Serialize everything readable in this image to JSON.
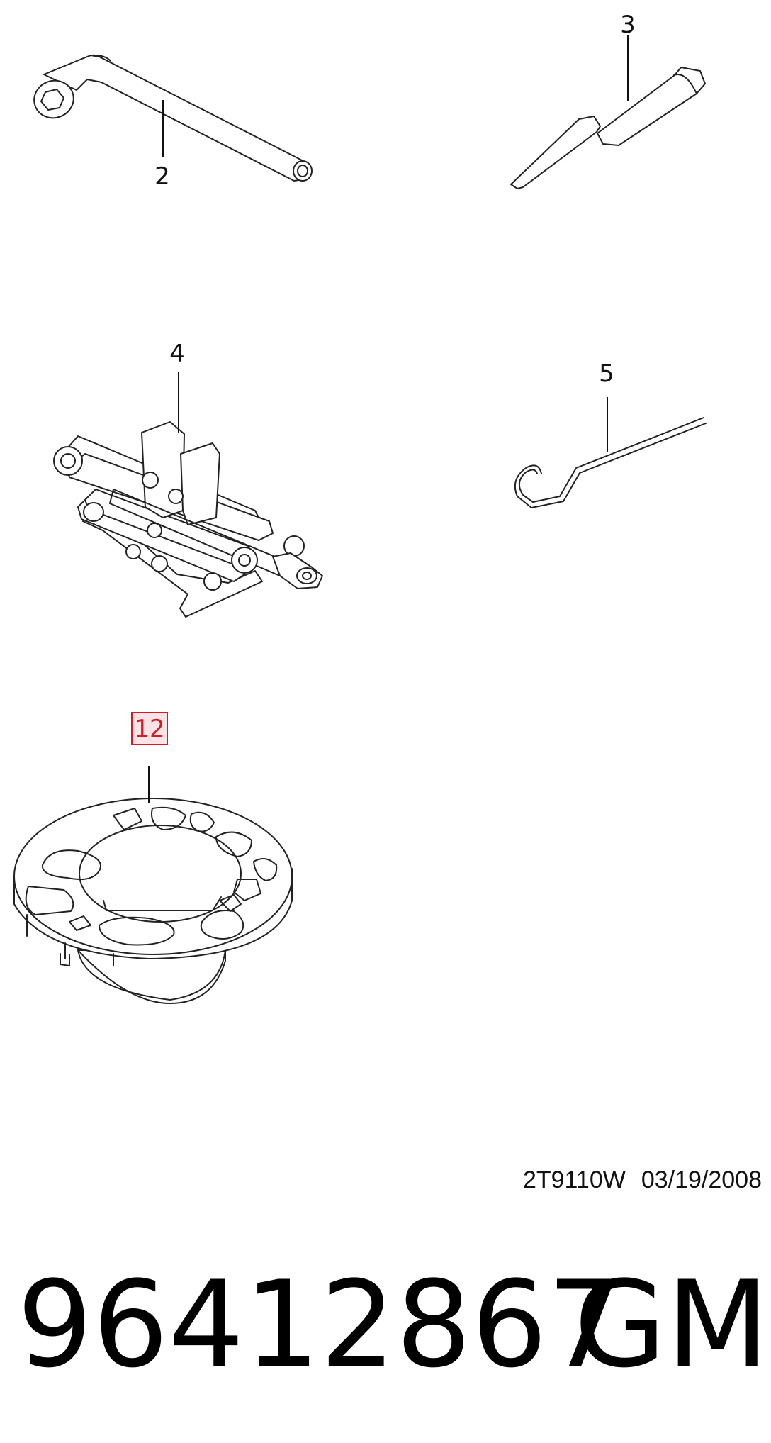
{
  "parts": [
    {
      "callout": "2",
      "name": "lug-wrench"
    },
    {
      "callout": "3",
      "name": "screwdriver"
    },
    {
      "callout": "4",
      "name": "scissor-jack"
    },
    {
      "callout": "5",
      "name": "jack-handle-hook"
    },
    {
      "callout": "12",
      "name": "spare-wheel-holder",
      "highlighted": true
    }
  ],
  "reference": {
    "code": "2T9110W",
    "date": "03/19/2008"
  },
  "footer": {
    "part_number": "96412867",
    "brand": "GM"
  },
  "colors": {
    "highlight_border": "#d41c24",
    "highlight_fill": "#fbe3e6",
    "line": "#222222"
  }
}
